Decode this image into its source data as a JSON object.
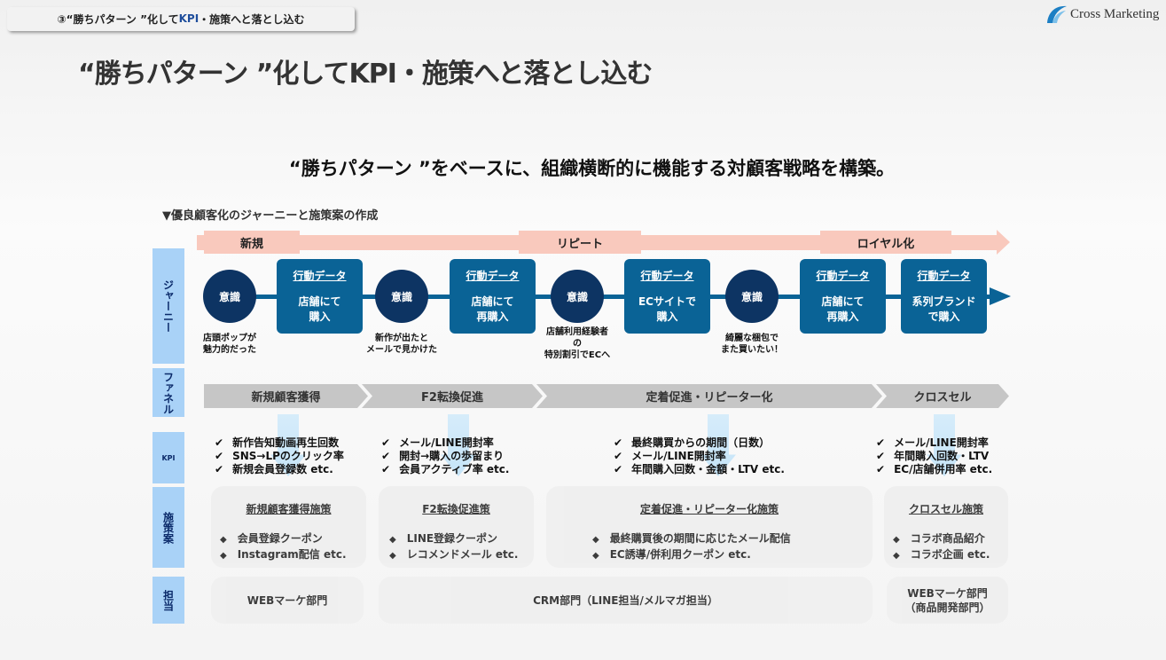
{
  "header": {
    "tab_prefix": "③“勝ちパターン ”化して",
    "tab_kpi": "KPI",
    "tab_suffix": "・施策へと落とし込む",
    "logo": "Cross Marketing"
  },
  "title": "“勝ちパターン ”化してKPI・施策へと落とし込む",
  "subtitle": "“勝ちパターン ”をベースに、組織横断的に機能する対顧客戦略を構築。",
  "section": "▼優良顧客化のジャーニーと施策案の作成",
  "phases": [
    "新規",
    "リピート",
    "ロイヤル化"
  ],
  "row_labels": {
    "journey": "ジャーニー",
    "funnel": "ファネル",
    "kpi": "KPI",
    "measures": "施策案",
    "owner": "担当"
  },
  "journey": {
    "circle_label": "意識",
    "box_header": "行動データ",
    "boxes": [
      [
        "店舗にて",
        "購入"
      ],
      [
        "店舗にて",
        "再購入"
      ],
      [
        "ECサイトで",
        "購入"
      ],
      [
        "店舗にて",
        "再購入"
      ],
      [
        "系列ブランド",
        "で購入"
      ]
    ],
    "captions": [
      [
        "店頭ポップが",
        "魅力的だった"
      ],
      [
        "新作が出たと",
        "メールで見かけた"
      ],
      [
        "店舗利用経験者",
        "の",
        "特別割引でECへ"
      ],
      [
        "綺麗な梱包で",
        "また買いたい！"
      ]
    ]
  },
  "funnel": [
    "新規顧客獲得",
    "F2転換促進",
    "定着促進・リピーター化",
    "クロスセル"
  ],
  "kpis": [
    [
      "新作告知動画再生回数",
      "SNS→LPのクリック率",
      "新規会員登録数 etc."
    ],
    [
      "メール/LINE開封率",
      "開封→購入の歩留まり",
      "会員アクティブ率 etc."
    ],
    [
      "最終購買からの期間（日数）",
      "メール/LINE開封率",
      "年間購入回数・金額・LTV etc."
    ],
    [
      "メール/LINE開封率",
      "年間購入回数・LTV",
      "EC/店舗併用率 etc."
    ]
  ],
  "measures": [
    {
      "title": "新規顧客獲得施策",
      "items": [
        "会員登録クーポン",
        "Instagram配信 etc."
      ]
    },
    {
      "title": "F2転換促進策",
      "items": [
        "LINE登録クーポン",
        "レコメンドメール  etc."
      ]
    },
    {
      "title": "定着促進・リピーター化施策",
      "items": [
        "最終購買後の期間に応じたメール配信",
        "EC誘導/併利用クーポン  etc."
      ]
    },
    {
      "title": "クロスセル施策",
      "items": [
        "コラボ商品紹介",
        "コラボ企画  etc."
      ]
    }
  ],
  "owners": [
    [
      "WEBマーケ部門"
    ],
    [
      "CRM部門（LINE担当/メルマガ担当）"
    ],
    [
      "WEBマーケ部門",
      "（商品開発部門）"
    ]
  ],
  "colors": {
    "dark_navy": "#0d3463",
    "blue": "#0a6396",
    "pink": "#f9c9bd",
    "label_blue": "#a9d2f7",
    "funnel_gray": "#c6c6c6"
  }
}
